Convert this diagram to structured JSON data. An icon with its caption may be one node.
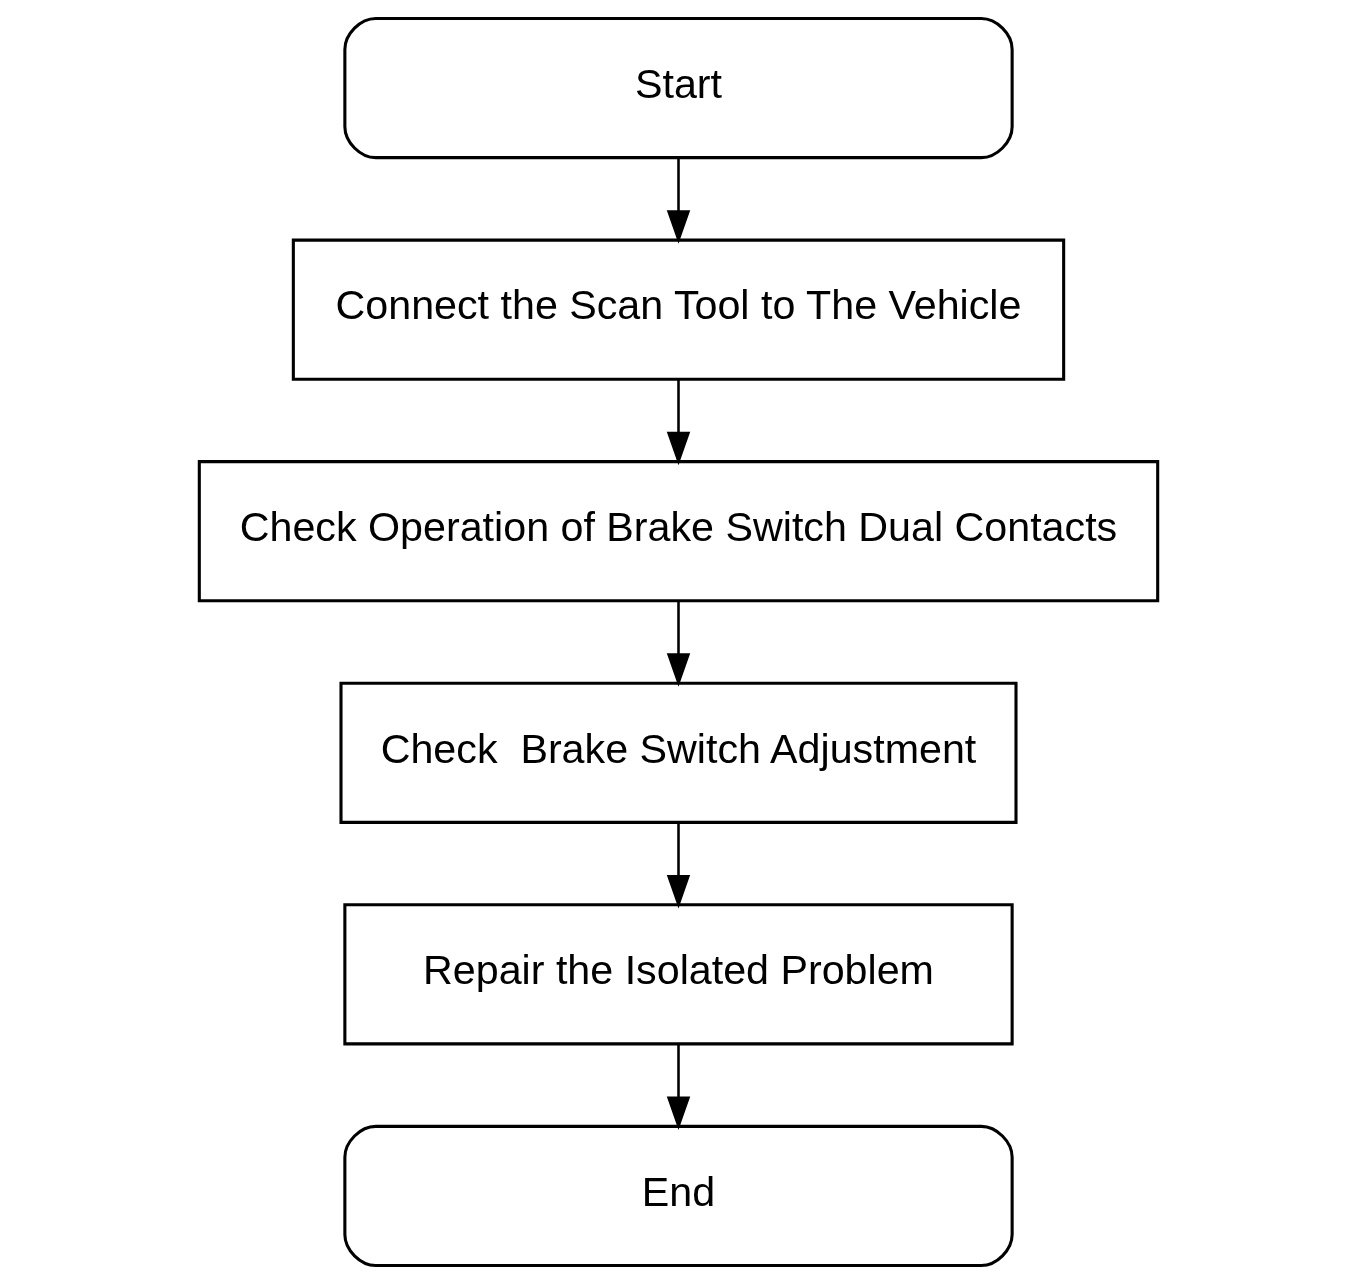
{
  "diagram": {
    "nodes": [
      {
        "text": [
          "Start"
        ]
      },
      {
        "text": [
          "Connect the Scan Tool to The Vehicle"
        ]
      },
      {
        "text": [
          "Check Operation of Brake Switch Dual Contacts"
        ]
      },
      {
        "text": [
          "Check  Brake Switch Adjustment"
        ]
      },
      {
        "text": [
          "Repair the Isolated Problem"
        ]
      },
      {
        "text": [
          "End"
        ]
      }
    ],
    "edges": [
      {
        "from": 0,
        "to": 1,
        "arrow": "to"
      },
      {
        "from": 1,
        "to": 2,
        "arrow": "to"
      },
      {
        "from": 2,
        "to": 3,
        "arrow": "to"
      },
      {
        "from": 3,
        "to": 4,
        "arrow": "to"
      },
      {
        "from": 4,
        "to": 5,
        "arrow": "to"
      }
    ]
  }
}
